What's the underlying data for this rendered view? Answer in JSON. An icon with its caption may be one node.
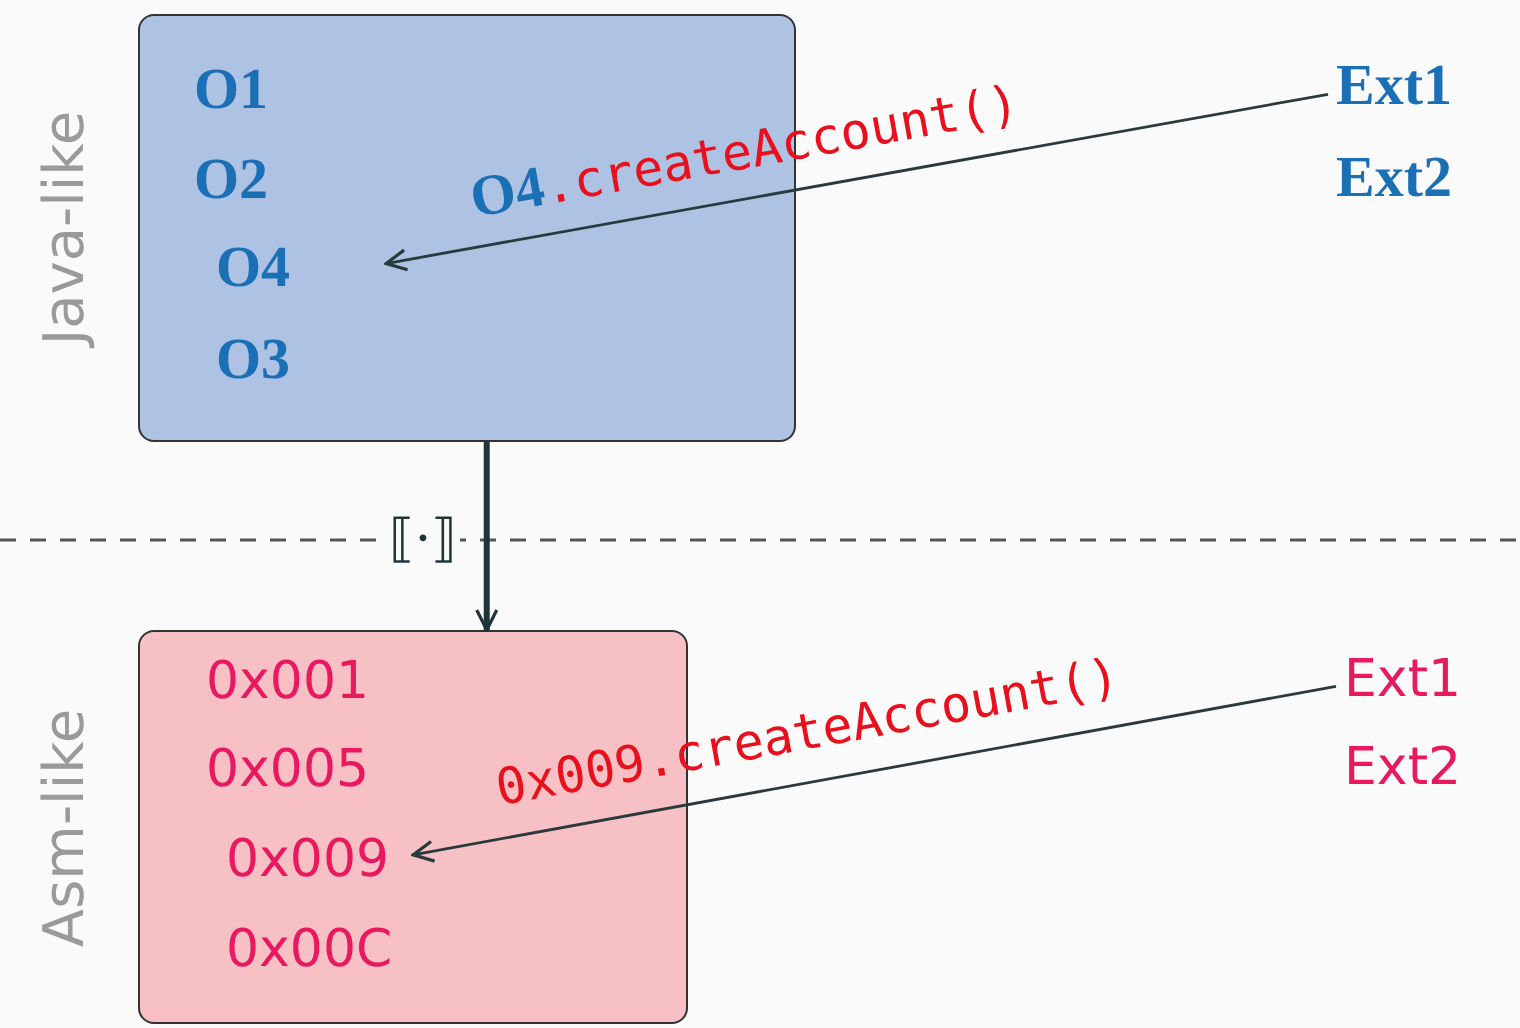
{
  "diagram": {
    "nodes": [
      {
        "text": [
          "Java-like"
        ]
      },
      {
        "text": [
          "O1"
        ],
        "in": 0
      },
      {
        "text": [
          "O2"
        ],
        "in": 0
      },
      {
        "text": [
          "O4"
        ],
        "in": 0
      },
      {
        "text": [
          "O3"
        ],
        "in": 0
      },
      {
        "text": [
          "Ext1"
        ]
      },
      {
        "text": [
          "Ext2"
        ]
      },
      {
        "text": [
          "Asm-like"
        ]
      },
      {
        "text": [
          "0x001"
        ],
        "in": 7
      },
      {
        "text": [
          "0x005"
        ],
        "in": 7
      },
      {
        "text": [
          "0x009"
        ],
        "in": 7
      },
      {
        "text": [
          "0x00C"
        ],
        "in": 7
      },
      {
        "text": [
          "Ext1"
        ]
      },
      {
        "text": [
          "Ext2"
        ]
      }
    ],
    "edges": [
      {
        "from": 5,
        "to": 3,
        "arrow": "to",
        "label": "**O4**.createAccount()"
      },
      {
        "from": 0,
        "to": 7,
        "arrow": "to",
        "style": "thick",
        "label": "⟦·⟧"
      },
      {
        "from": 12,
        "to": 10,
        "arrow": "to",
        "label": "0x009.createAccount()"
      }
    ]
  }
}
